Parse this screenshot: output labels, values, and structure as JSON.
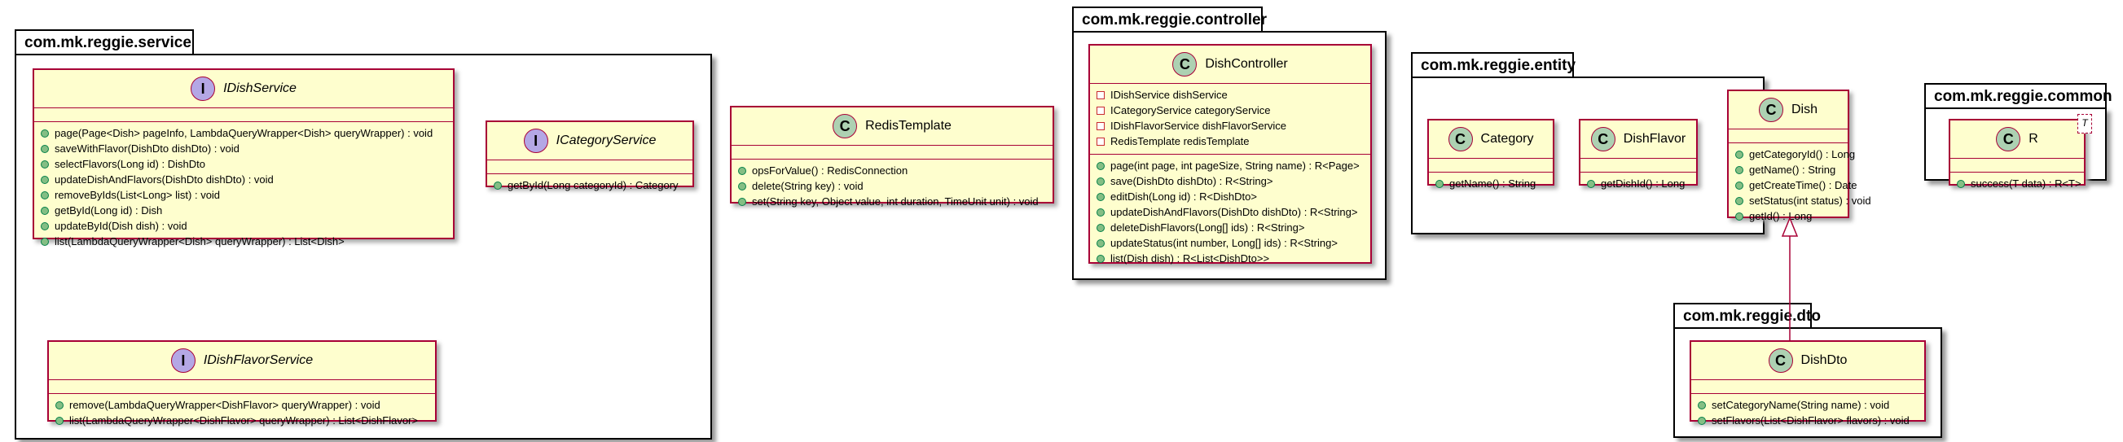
{
  "packages": {
    "service": "com.mk.reggie.service",
    "controller": "com.mk.reggie.controller",
    "entity": "com.mk.reggie.entity",
    "common": "com.mk.reggie.common",
    "dto": "com.mk.reggie.dto"
  },
  "classes": {
    "idishservice": {
      "badge": "I",
      "name": "IDishService",
      "methods": [
        "page(Page<Dish> pageInfo, LambdaQueryWrapper<Dish> queryWrapper) : void",
        "saveWithFlavor(DishDto dishDto) : void",
        "selectFlavors(Long id) : DishDto",
        "updateDishAndFlavors(DishDto dishDto) : void",
        "removeByIds(List<Long> list) : void",
        "getById(Long id) : Dish",
        "updateById(Dish dish) : void",
        "list(LambdaQueryWrapper<Dish> queryWrapper) : List<Dish>"
      ]
    },
    "icategoryservice": {
      "badge": "I",
      "name": "ICategoryService",
      "methods": [
        "getById(Long categoryId) : Category"
      ]
    },
    "idishflavorservice": {
      "badge": "I",
      "name": "IDishFlavorService",
      "methods": [
        "remove(LambdaQueryWrapper<DishFlavor> queryWrapper) : void",
        "list(LambdaQueryWrapper<DishFlavor> queryWrapper) : List<DishFlavor>"
      ]
    },
    "redistemplate": {
      "badge": "C",
      "name": "RedisTemplate",
      "methods": [
        "opsForValue() : RedisConnection",
        "delete(String key) : void",
        "set(String key, Object value, int duration, TimeUnit unit) : void"
      ]
    },
    "dishcontroller": {
      "badge": "C",
      "name": "DishController",
      "fields": [
        "IDishService dishService",
        "ICategoryService categoryService",
        "IDishFlavorService dishFlavorService",
        "RedisTemplate redisTemplate"
      ],
      "methods": [
        "page(int page, int pageSize, String name) : R<Page>",
        "save(DishDto dishDto) : R<String>",
        "editDish(Long id) : R<DishDto>",
        "updateDishAndFlavors(DishDto dishDto) : R<String>",
        "deleteDishFlavors(Long[] ids) : R<String>",
        "updateStatus(int number, Long[] ids) : R<String>",
        "list(Dish dish) : R<List<DishDto>>"
      ]
    },
    "category": {
      "badge": "C",
      "name": "Category",
      "methods": [
        "getName() : String"
      ]
    },
    "dishflavor": {
      "badge": "C",
      "name": "DishFlavor",
      "methods": [
        "getDishId() : Long"
      ]
    },
    "dish": {
      "badge": "C",
      "name": "Dish",
      "methods": [
        "getCategoryId() : Long",
        "getName() : String",
        "getCreateTime() : Date",
        "setStatus(int status) : void",
        "getId() : Long"
      ]
    },
    "r": {
      "badge": "C",
      "name": "R",
      "type_param": "T",
      "methods": [
        "success(T data) : R<T>"
      ]
    },
    "dishdto": {
      "badge": "C",
      "name": "DishDto",
      "methods": [
        "setCategoryName(String name) : void",
        "setFlavors(List<DishFlavor> flavors) : void"
      ]
    }
  },
  "relations": [
    {
      "from": "dishdto",
      "to": "dish",
      "kind": "generalization"
    }
  ],
  "colors": {
    "class_fill": "#fefece",
    "class_border": "#a80036",
    "interface_badge": "#b4a7e5",
    "class_badge": "#add1b2",
    "public_marker": "#84be84",
    "private_marker": "#c82930"
  }
}
